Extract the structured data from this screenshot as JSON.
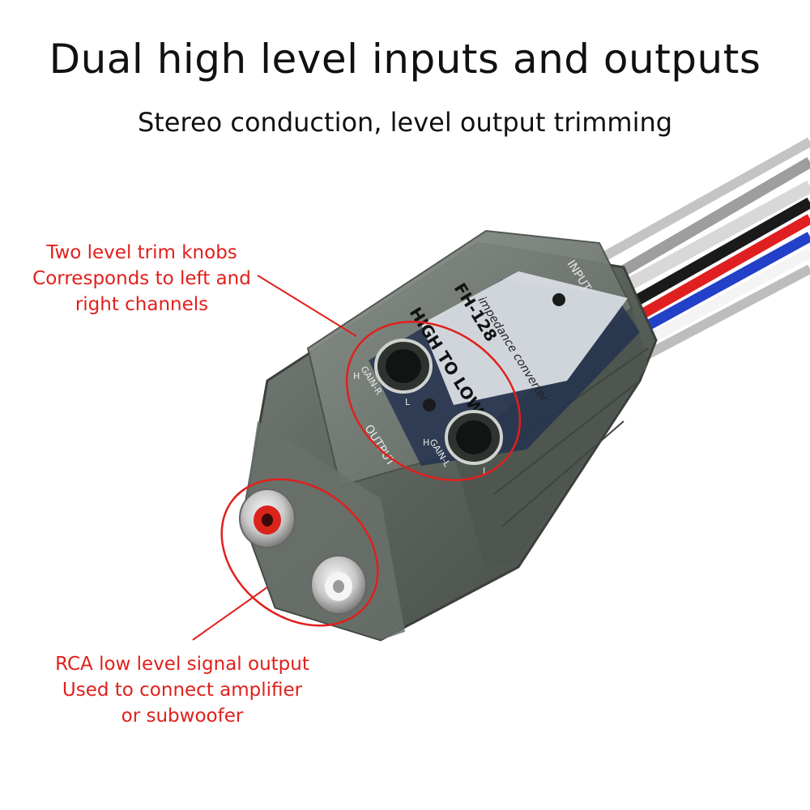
{
  "header": {
    "title": "Dual high level inputs and outputs",
    "subtitle": "Stereo conduction, level output trimming"
  },
  "callouts": {
    "knobs": {
      "lines": [
        "Two level trim knobs",
        "Corresponds to left and",
        "right channels"
      ]
    },
    "rca": {
      "lines": [
        "RCA low level signal output",
        "Used to connect amplifier",
        "or subwoofer"
      ]
    }
  },
  "device": {
    "brand_line": "HIGH TO LOW",
    "model": "FH-128",
    "descriptor": "impedance converter",
    "input_label": "INPUT",
    "output_label": "OUTPUT",
    "gain_right_label": "GAIN-R",
    "gain_left_label": "GAIN-L",
    "low_mark": "L",
    "high_mark": "H"
  },
  "colors": {
    "callout_red": "#e0201c",
    "housing": "#5f6660",
    "label_panel": "#d9dde4"
  }
}
